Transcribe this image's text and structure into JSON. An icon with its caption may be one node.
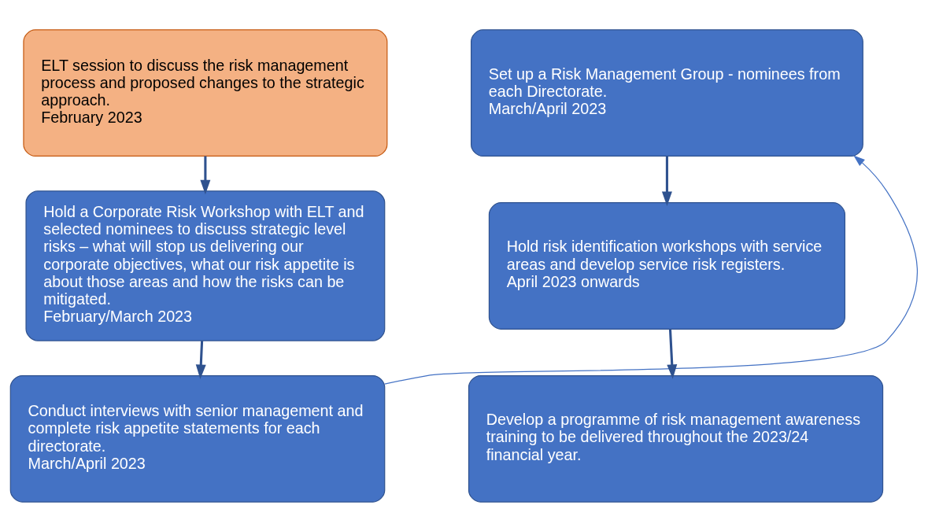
{
  "diagram": {
    "nodes": [
      {
        "text": [
          "ELT session to discuss the risk management process and proposed changes to the strategic approach.",
          "February 2023"
        ]
      },
      {
        "text": [
          "Hold a Corporate Risk Workshop with ELT and selected nominees to discuss strategic level risks – what will stop us delivering our corporate objectives, what our risk appetite is about those areas and how the risks can be mitigated.",
          "February/March 2023"
        ]
      },
      {
        "text": [
          "Conduct interviews with senior management and complete risk appetite statements for each directorate.",
          "March/April 2023"
        ]
      },
      {
        "text": [
          "Set up a Risk Management Group - nominees from each Directorate.",
          "March/April 2023"
        ]
      },
      {
        "text": [
          "Hold risk identification workshops with service areas and develop service risk registers.",
          "April 2023 onwards"
        ]
      },
      {
        "text": [
          "Develop a programme of risk management awareness training to be delivered throughout the 2023/24  financial year."
        ]
      }
    ],
    "edges": [
      {
        "from": 0,
        "to": 1,
        "arrow": "to"
      },
      {
        "from": 1,
        "to": 2,
        "arrow": "to"
      },
      {
        "from": 2,
        "to": 3,
        "arrow": "to"
      },
      {
        "from": 3,
        "to": 4,
        "arrow": "to"
      },
      {
        "from": 4,
        "to": 5,
        "arrow": "to"
      }
    ]
  }
}
